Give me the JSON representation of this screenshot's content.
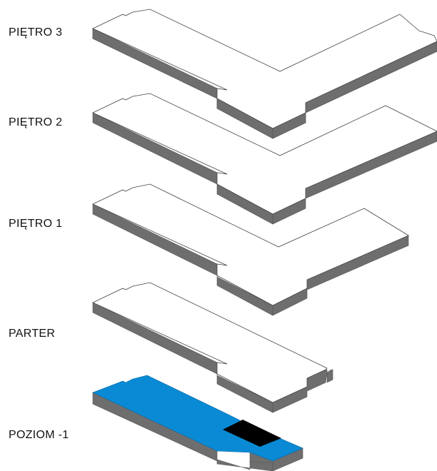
{
  "floors": [
    {
      "id": "pietro-3",
      "label": "PIĘTRO 3",
      "selected": false
    },
    {
      "id": "pietro-2",
      "label": "PIĘTRO 2",
      "selected": false
    },
    {
      "id": "pietro-1",
      "label": "PIĘTRO 1",
      "selected": false
    },
    {
      "id": "parter",
      "label": "PARTER",
      "selected": false
    },
    {
      "id": "poziom-1",
      "label": "POZIOM -1",
      "selected": true
    }
  ],
  "colors": {
    "selected_floor": "#0a8ad4",
    "slab_side": "#6e6e6e",
    "slab_top": "#ffffff",
    "highlighted_area": "#000000",
    "label_text": "#111111"
  }
}
